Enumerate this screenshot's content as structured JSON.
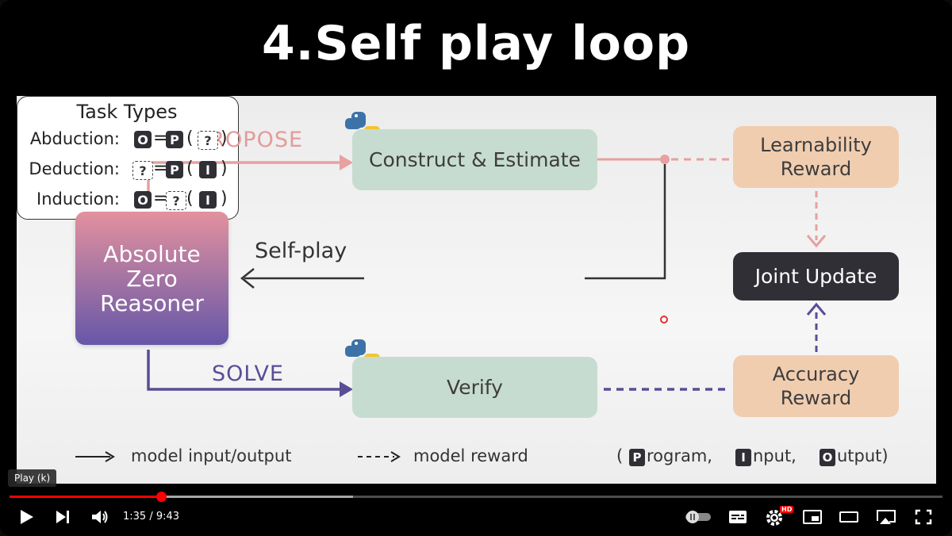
{
  "video": {
    "title": "4.Self play loop",
    "tooltip": "Play (k)",
    "current_time": "1:35",
    "separator": "/",
    "duration": "9:43",
    "played_fraction": 0.163,
    "buffered_fraction": 0.368,
    "settings_badge": "HD"
  },
  "slide": {
    "propose": "PROPOSE",
    "solve": "SOLVE",
    "self_play": "Self-play",
    "azr": [
      "Absolute",
      "Zero",
      "Reasoner"
    ],
    "construct": "Construct & Estimate",
    "verify": "Verify",
    "learnability": [
      "Learnability",
      "Reward"
    ],
    "accuracy": [
      "Accuracy",
      "Reward"
    ],
    "joint_update": "Joint Update",
    "task_types": {
      "title": "Task Types",
      "rows": [
        {
          "label": "Abduction:",
          "a": "O",
          "eq": "=",
          "b": "P",
          "c": "?"
        },
        {
          "label": "Deduction:",
          "a": "?",
          "eq": "=",
          "b": "P",
          "c": "I"
        },
        {
          "label": "Induction:",
          "a": "O",
          "eq": "=",
          "b": "?",
          "c": "I"
        }
      ],
      "open": "(",
      "close": ")"
    },
    "legend": {
      "solid": "model input/output",
      "dashed": "model reward",
      "open": "(",
      "program_letter": "P",
      "program_rest": "rogram,",
      "input_letter": "I",
      "input_rest": "nput,",
      "output_letter": "O",
      "output_rest": "utput)"
    }
  },
  "colors": {
    "propose": "#e59a9a",
    "solve": "#5a4d96",
    "green_box": "#c7dcd0",
    "peach_box": "#f1cdb0",
    "dark_box": "#2f2f35",
    "progress": "#ff0000"
  }
}
